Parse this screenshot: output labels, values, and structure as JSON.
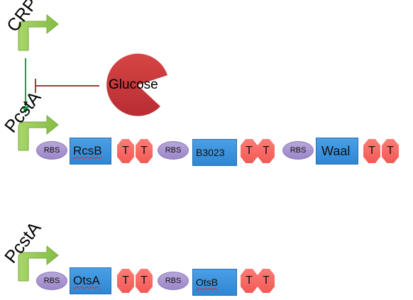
{
  "promoters": {
    "crp": "CRP",
    "pcsta_top": "PcstA",
    "pcsta_bottom": "PcstA"
  },
  "glucose": {
    "label": "Glucose"
  },
  "circuit1": {
    "rbs1": "RBS",
    "gene1": "RcsB",
    "t1a": "T",
    "t1b": "T",
    "rbs2": "RBS",
    "gene2": "B3023",
    "t2a": "T",
    "t2b": "T",
    "rbs3": "RBS",
    "gene3": "Waal",
    "t3a": "T",
    "t3b": "T"
  },
  "circuit2": {
    "rbs1": "RBS",
    "gene1": "OtsA",
    "t1a": "T",
    "t1b": "T",
    "rbs2": "RBS",
    "gene2": "OtsB",
    "t2a": "T",
    "t2b": "T"
  },
  "colors": {
    "promoter": "#8cc04a",
    "activation_arrow": "#22a046",
    "inhibition": "#a33a3a",
    "glucose": "#c0353a",
    "rbs": "#a898d2",
    "gene": "#3a93dc",
    "terminator": "#f4625e"
  }
}
